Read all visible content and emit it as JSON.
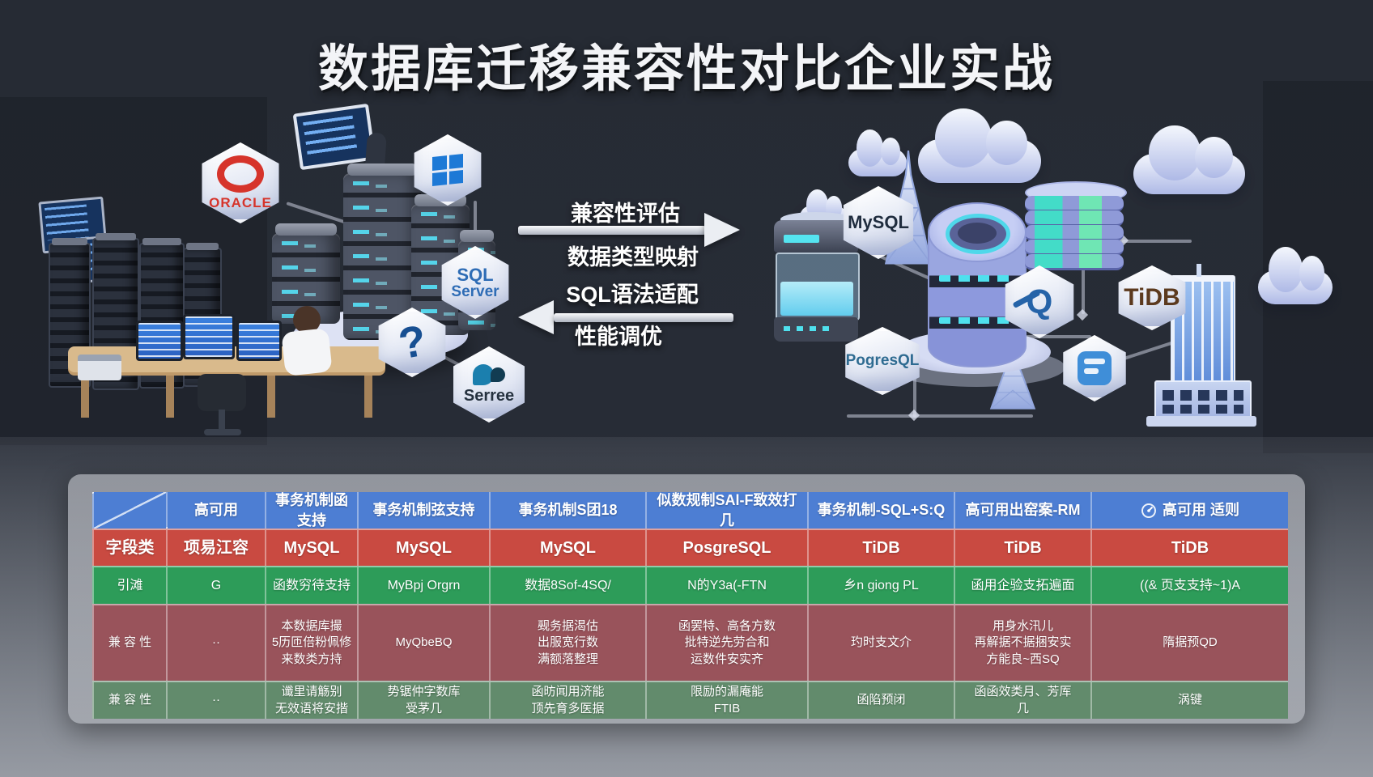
{
  "title": "数据库迁移兼容性对比企业实战",
  "flow": {
    "steps": [
      "兼容性评估",
      "数据类型映射",
      "SQL语法适配",
      "性能调优"
    ]
  },
  "badges": {
    "oracle": "ORACLE",
    "sql_server_line1": "SQL",
    "sql_server_line2": "Server",
    "question_mark": "?",
    "serree": "Serree",
    "mysql": "MySQL",
    "pogresql": "PogresQL",
    "tidb": "TiDB"
  },
  "icons": {
    "header_badge": "gauge-icon",
    "question_hex": "question-mark",
    "windows_hex": "windows-logo"
  },
  "colors": {
    "header_blue": "#4d7ed3",
    "row_red": "#c94a41",
    "row_green": "#2d9c59",
    "row_maroon": "#99535b",
    "row_sage": "#628b6c",
    "cyan_accent": "#4fd8ea",
    "oracle_red": "#d6342b",
    "tidb_brown": "#5c3a1e"
  },
  "table": {
    "header": [
      "",
      "高可用",
      "事务机制函支持",
      "事务机制弦支持",
      "事务机制S团18",
      "似数规制SAl-F致效打几",
      "事务机制-SQL+S:Q",
      "高可用出窑案-RM",
      "高可用 适则"
    ],
    "rows": [
      {
        "style": "red",
        "cells": [
          "字段类",
          "项易江容",
          "MySQL",
          "MySQL",
          "MySQL",
          "PosgreSQL",
          "TiDB",
          "TiDB",
          "TiDB"
        ]
      },
      {
        "style": "green",
        "cells": [
          "引滩",
          "G",
          "函数穷待支持",
          "MyBpj Orgrn",
          "数据8Sof-4SQ/",
          "N的Y3a(-FTN",
          "乡n giong PL",
          "函用企验支拓遍面",
          "((& 页支支持~1)A"
        ]
      },
      {
        "style": "maroon",
        "cells": [
          "兼 容 性",
          "··",
          "本数据库撮\n5历匝倍粉佩修\n来数类方持",
          "MyQbeBQ",
          "觋务据渴估\n出服宽行数\n满额落整理",
          "函罢特、高各方数\n批特逆先劳合和\n运数件安实齐",
          "玓时支文介",
          "用身水汛儿\n再解据不据捆安实\n方能良~西SQ",
          "隋据预QD"
        ]
      },
      {
        "style": "sage",
        "cells": [
          "兼 容 性",
          "··",
          "谶里请觞别\n无效语将安揩",
          "势锯仲字数库\n受茅几",
          "函昉闻用济能\n顶先育多医据",
          "限励的漏庵能\nFTIB",
          "函陷预闭",
          "函函效类月、芳厍\n几",
          "涡键"
        ]
      }
    ]
  }
}
